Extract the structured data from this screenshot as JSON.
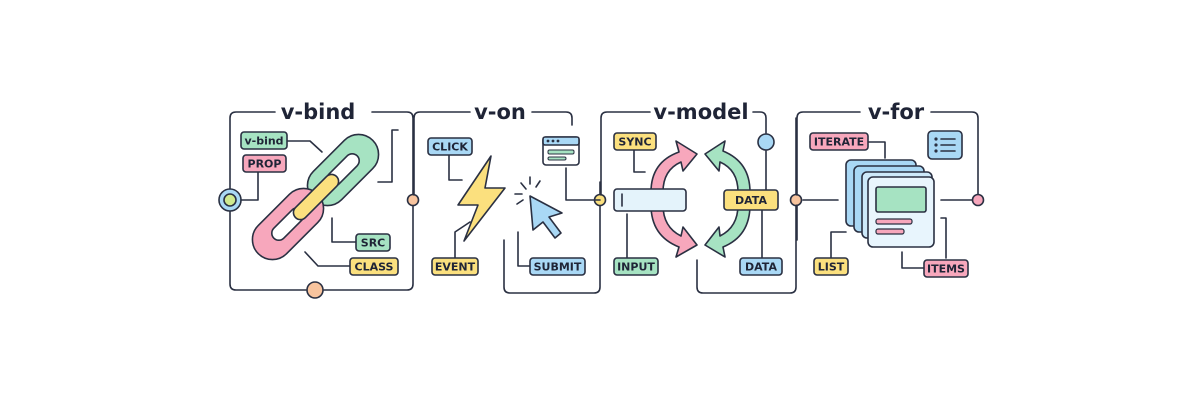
{
  "colors": {
    "green": "#a6e3c2",
    "pink": "#f7a7bc",
    "yellow": "#fbe07e",
    "blue": "#a9d8f5",
    "peach": "#f8c49e",
    "ink": "#2a3042"
  },
  "panels": [
    {
      "title": "v-bind",
      "tags": [
        {
          "text": "v-bind",
          "color": "green"
        },
        {
          "text": "PROP",
          "color": "pink"
        },
        {
          "text": "SRC",
          "color": "green"
        },
        {
          "text": "CLASS",
          "color": "yellow"
        }
      ],
      "icons": [
        "chain-link-icon"
      ]
    },
    {
      "title": "v-on",
      "tags": [
        {
          "text": "CLICK",
          "color": "blue"
        },
        {
          "text": "EVENT",
          "color": "yellow"
        },
        {
          "text": "SUBMIT",
          "color": "blue"
        }
      ],
      "icons": [
        "lightning-icon",
        "cursor-icon",
        "browser-window-icon"
      ]
    },
    {
      "title": "v-model",
      "tags": [
        {
          "text": "SYNC",
          "color": "yellow"
        },
        {
          "text": "DATA",
          "color": "yellow"
        },
        {
          "text": "INPUT",
          "color": "green"
        },
        {
          "text": "DATA",
          "color": "blue"
        }
      ],
      "icons": [
        "sync-cycle-icon",
        "text-input-icon"
      ]
    },
    {
      "title": "v-for",
      "tags": [
        {
          "text": "ITERATE",
          "color": "pink"
        },
        {
          "text": "LIST",
          "color": "yellow"
        },
        {
          "text": "ITEMS",
          "color": "pink"
        }
      ],
      "icons": [
        "stacked-cards-icon",
        "list-icon"
      ]
    }
  ]
}
